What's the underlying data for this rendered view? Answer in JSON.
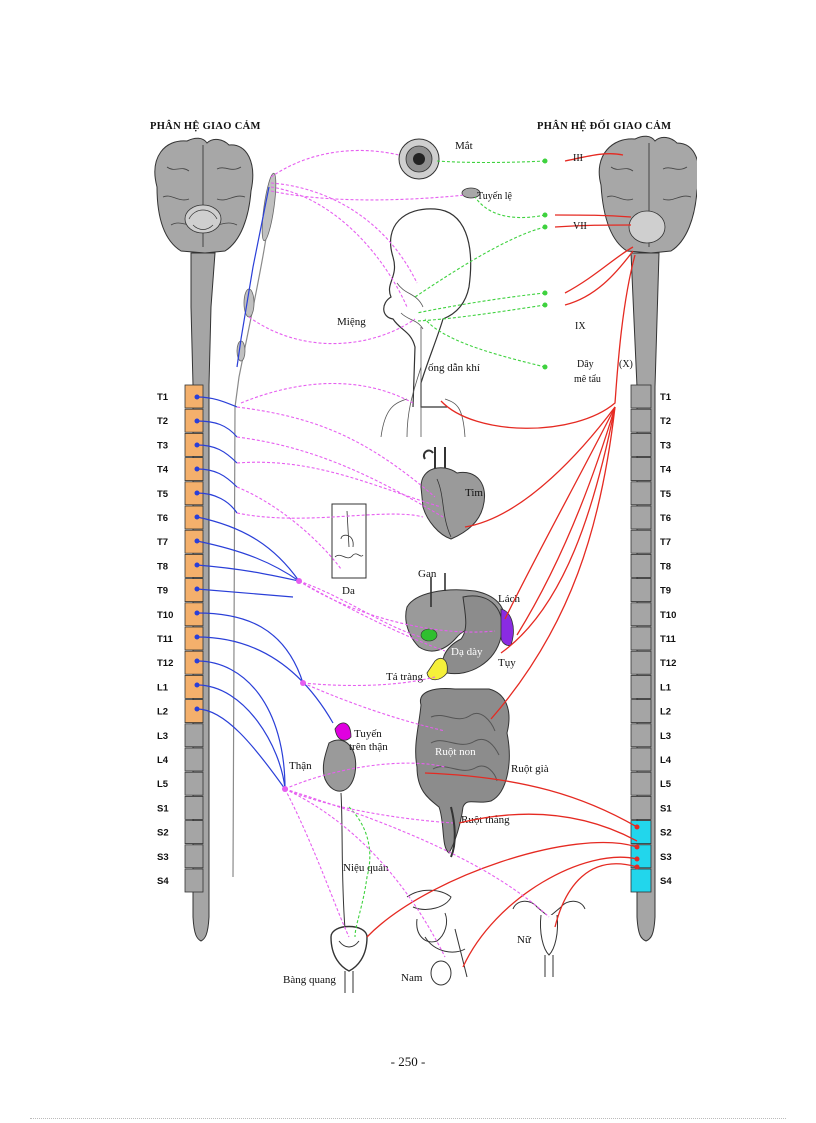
{
  "headers": {
    "left": "PHÂN HỆ GIAO CẢM",
    "right": "PHÂN HỆ ĐỐI GIAO CẢM"
  },
  "segments_left": [
    "T1",
    "T2",
    "T3",
    "T4",
    "T5",
    "T6",
    "T7",
    "T8",
    "T9",
    "T10",
    "T11",
    "T12",
    "L1",
    "L2",
    "L3",
    "L4",
    "L5",
    "S1",
    "S2",
    "S3",
    "S4"
  ],
  "segments_right": [
    "T1",
    "T2",
    "T3",
    "T4",
    "T5",
    "T6",
    "T7",
    "T8",
    "T9",
    "T10",
    "T11",
    "T12",
    "L1",
    "L2",
    "L3",
    "L4",
    "L5",
    "S1",
    "S2",
    "S3",
    "S4"
  ],
  "cranial_nerves": {
    "iii": "III",
    "vii": "VII",
    "ix": "IX",
    "x_line1": "Dây",
    "x_line2": "mê tẩu",
    "x_code": "(X)"
  },
  "organs": {
    "mat": "Mắt",
    "tuyen_le": "Tuyến lệ",
    "mieng": "Miệng",
    "ong_dan_khi": "ống dẫn khí",
    "tim": "Tim",
    "da": "Da",
    "gan": "Gan",
    "lach": "Lách",
    "da_day": "Dạ dày",
    "tuy": "Tụy",
    "ta_trang": "Tá tràng",
    "tuyen_tren_than_1": "Tuyến",
    "tuyen_tren_than_2": "trên thận",
    "than": "Thận",
    "ruot_non": "Ruột non",
    "ruot_gia": "Ruột già",
    "ruot_thang": "Ruột thẳng",
    "nieu_quan": "Niệu quản",
    "bang_quang": "Bàng quang",
    "nam": "Nam",
    "nu": "Nữ"
  },
  "colors": {
    "sympathetic_segment": "#f4b06c",
    "parasympathetic_segment": "#22d6ec",
    "preganglionic_symp": "#2a3fd8",
    "postganglionic_symp": "#e65ef0",
    "parasymp_pre": "#e52a22",
    "parasymp_post": "#3fd23f",
    "organ_fill": "#9a9a9a",
    "adrenal": "#e000e0",
    "spleen": "#8a2be2",
    "pancreas": "#f5f03a",
    "liver_green": "#2fbf2f"
  },
  "page_number": "- 250 -"
}
